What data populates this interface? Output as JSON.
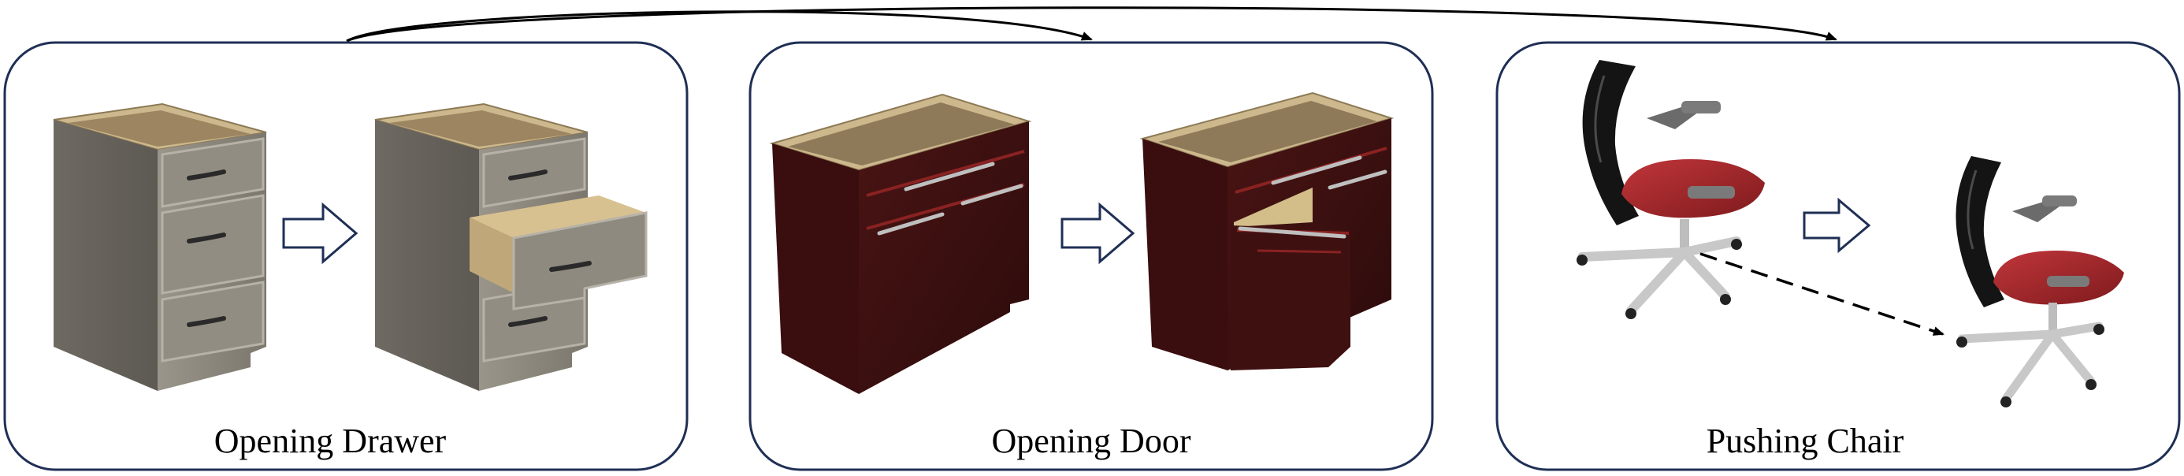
{
  "panels": [
    {
      "label": "Opening Drawer"
    },
    {
      "label": "Opening Door"
    },
    {
      "label": "Pushing Chair"
    }
  ],
  "colors": {
    "panel_border": "#1f2f55",
    "arrow_outline": "#1f2f55",
    "drawer_cabinet": "#8a8478",
    "drawer_inner": "#c9b48a",
    "door_cabinet": "#3d1010",
    "door_trim": "#7a1a1a",
    "chair_seat": "#a3262a",
    "chair_mesh": "#141414",
    "chair_base": "#c8c8c8"
  },
  "icons": [
    "hollow-right-arrow",
    "curved-connector-arrow",
    "dashed-motion-arrow"
  ]
}
